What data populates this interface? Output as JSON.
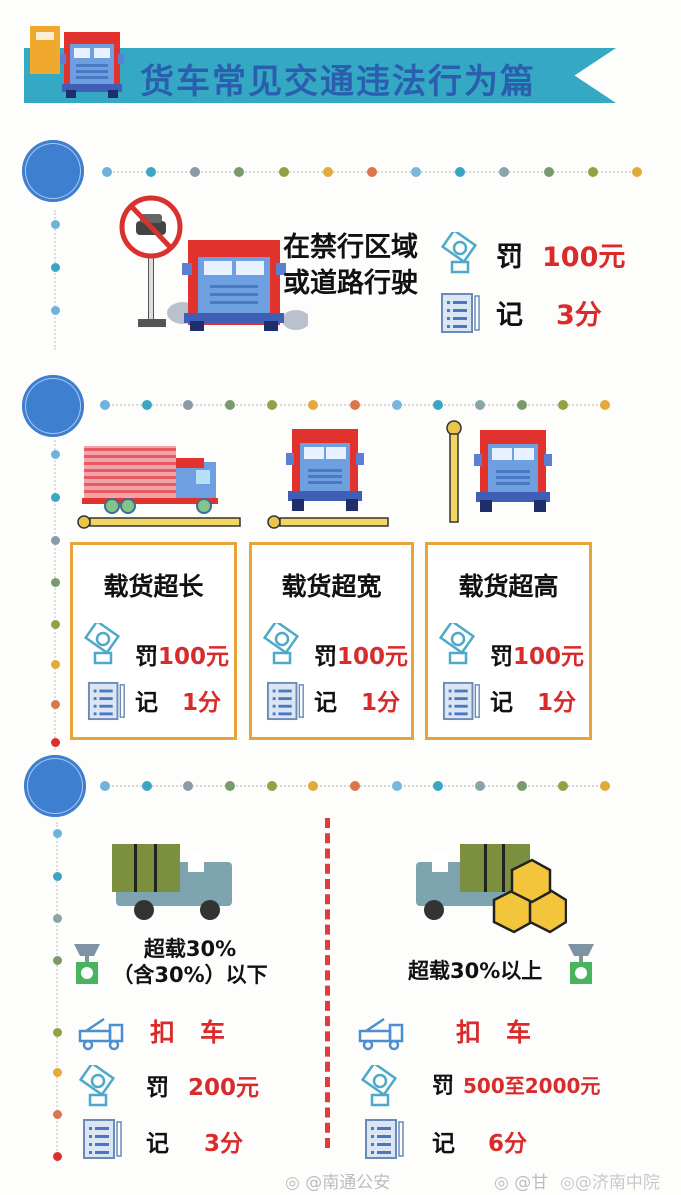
{
  "header": {
    "title": "货车常见交通违法行为篇"
  },
  "colors": {
    "banner": "#35a8c3",
    "title_text": "#2a5fb0",
    "section_circle": "#3f7fcf",
    "penalty_red": "#d92b2b",
    "card_border": "#e8a33a",
    "divider": "#e23b3b"
  },
  "dot_colors": [
    "#6fb3db",
    "#3aa6c4",
    "#8a9aa8",
    "#7a9a6e",
    "#8fa244",
    "#e3a93a",
    "#d9774a",
    "#79b6e0",
    "#3aa6c4",
    "#8aa5a8",
    "#7a9a6e",
    "#8fa244",
    "#e3a93a"
  ],
  "section1": {
    "violation_line1": "在禁行区域",
    "violation_line2": "或道路行驶",
    "fine_label": "罚",
    "fine_value": "100元",
    "points_label": "记",
    "points_value": "3分"
  },
  "section2": {
    "cards": [
      {
        "title": "载货超长",
        "fine_label": "罚",
        "fine_value": "100元",
        "points_label": "记",
        "points_value": "1分"
      },
      {
        "title": "载货超宽",
        "fine_label": "罚",
        "fine_value": "100元",
        "points_label": "记",
        "points_value": "1分"
      },
      {
        "title": "载货超高",
        "fine_label": "罚",
        "fine_value": "100元",
        "points_label": "记",
        "points_value": "1分"
      }
    ]
  },
  "section3": {
    "left": {
      "condition_line1": "超载30%",
      "condition_line2": "（含30%）以下",
      "detain": "扣　车",
      "fine_label": "罚",
      "fine_value": "200元",
      "points_label": "记",
      "points_value": "3分"
    },
    "right": {
      "condition": "超载30%以上",
      "detain": "扣　车",
      "fine_label": "罚",
      "fine_value": "500至2000元",
      "points_label": "记",
      "points_value": "6分"
    }
  },
  "watermarks": [
    "@南通公安",
    "@甘",
    "@济南中院"
  ]
}
